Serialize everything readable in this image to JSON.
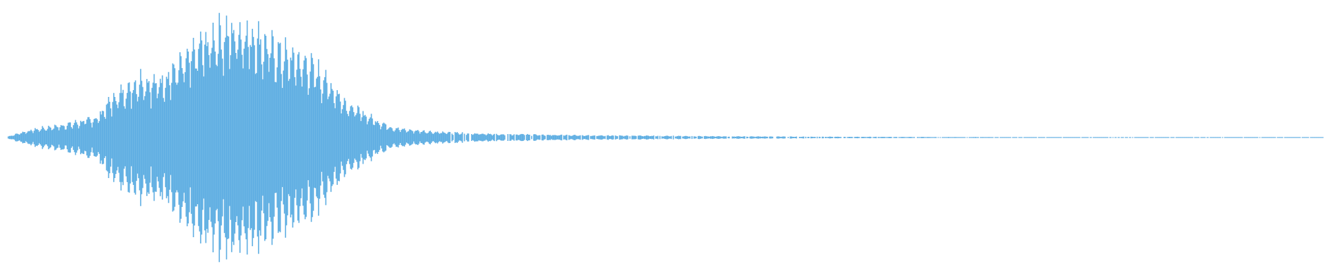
{
  "waveform": {
    "color": "#5DADE2",
    "background": "#ffffff",
    "envelope": [
      0.01,
      0.05,
      0.08,
      0.1,
      0.12,
      0.15,
      0.18,
      0.35,
      0.45,
      0.55,
      0.5,
      0.6,
      0.7,
      0.85,
      0.95,
      0.98,
      1.0,
      0.92,
      0.8,
      0.75,
      0.7,
      0.6,
      0.45,
      0.3,
      0.22,
      0.15,
      0.09,
      0.07,
      0.06,
      0.05,
      0.045,
      0.04,
      0.035,
      0.03,
      0.03,
      0.028,
      0.026,
      0.024,
      0.022,
      0.02,
      0.019,
      0.018,
      0.017,
      0.016,
      0.015,
      0.014,
      0.013,
      0.012,
      0.011,
      0.01,
      0.01,
      0.009,
      0.009,
      0.008,
      0.008,
      0.007,
      0.007,
      0.006,
      0.006,
      0.006,
      0.005,
      0.005,
      0.005,
      0.004,
      0.004,
      0.004,
      0.004,
      0.003,
      0.003,
      0.003,
      0.003,
      0.003,
      0.002,
      0.002,
      0.002,
      0.002,
      0.002,
      0.002,
      0.002,
      0.002,
      0.002,
      0.002,
      0.002,
      0.002,
      0.002,
      0.002,
      0.002,
      0.002,
      0.002,
      0.002
    ]
  }
}
